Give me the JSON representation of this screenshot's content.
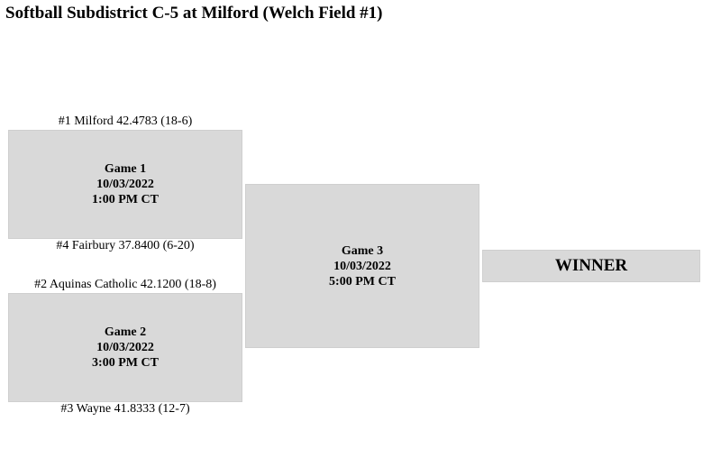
{
  "title": "Softball Subdistrict C-5 at Milford (Welch Field #1)",
  "games": [
    {
      "name": "Game 1",
      "date": "10/03/2022",
      "time": "1:00 PM CT",
      "top_team": "#1 Milford 42.4783 (18-6)",
      "bottom_team": "#4 Fairbury 37.8400 (6-20)"
    },
    {
      "name": "Game 2",
      "date": "10/03/2022",
      "time": "3:00 PM CT",
      "top_team": "#2 Aquinas Catholic 42.1200 (18-8)",
      "bottom_team": "#3 Wayne 41.8333 (12-7)"
    },
    {
      "name": "Game 3",
      "date": "10/03/2022",
      "time": "5:00 PM CT"
    }
  ],
  "winner_label": "WINNER",
  "colors": {
    "box_fill": "#d9d9d9",
    "text": "#000000"
  }
}
